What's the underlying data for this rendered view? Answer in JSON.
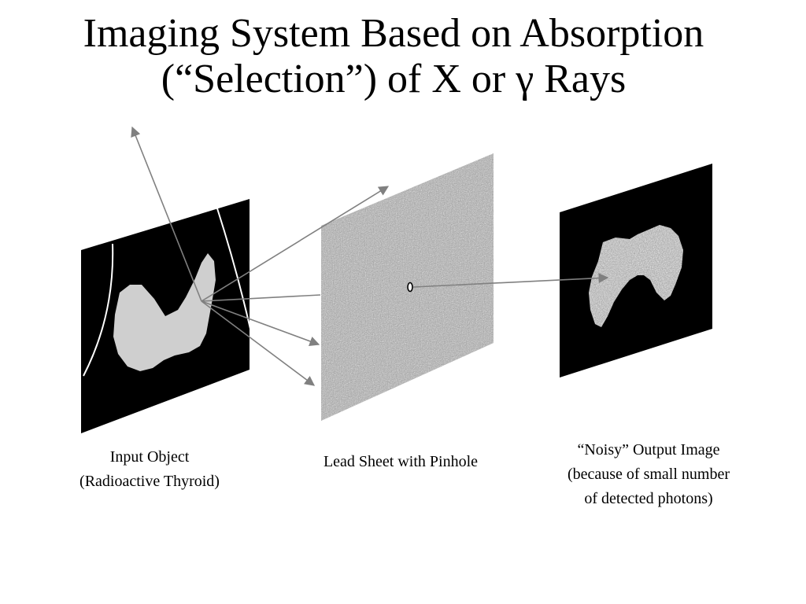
{
  "title": {
    "line1": "Imaging System Based on Absorption",
    "line2": "(“Selection”) of X or γ Rays"
  },
  "captions": {
    "input_object": {
      "line1": "Input Object",
      "line2": "(Radioactive Thyroid)"
    },
    "lead_sheet": {
      "line1": "Lead Sheet with Pinhole"
    },
    "output_image": {
      "line1": "“Noisy” Output Image",
      "line2": "(because of small number",
      "line3": "of detected photons)"
    }
  },
  "colors": {
    "panel_black": "#000000",
    "thyroid_gray": "#cfcfcf",
    "lead_gray": "#b4b4b4",
    "ray_gray": "#808080",
    "boundary_white": "#ffffff"
  }
}
